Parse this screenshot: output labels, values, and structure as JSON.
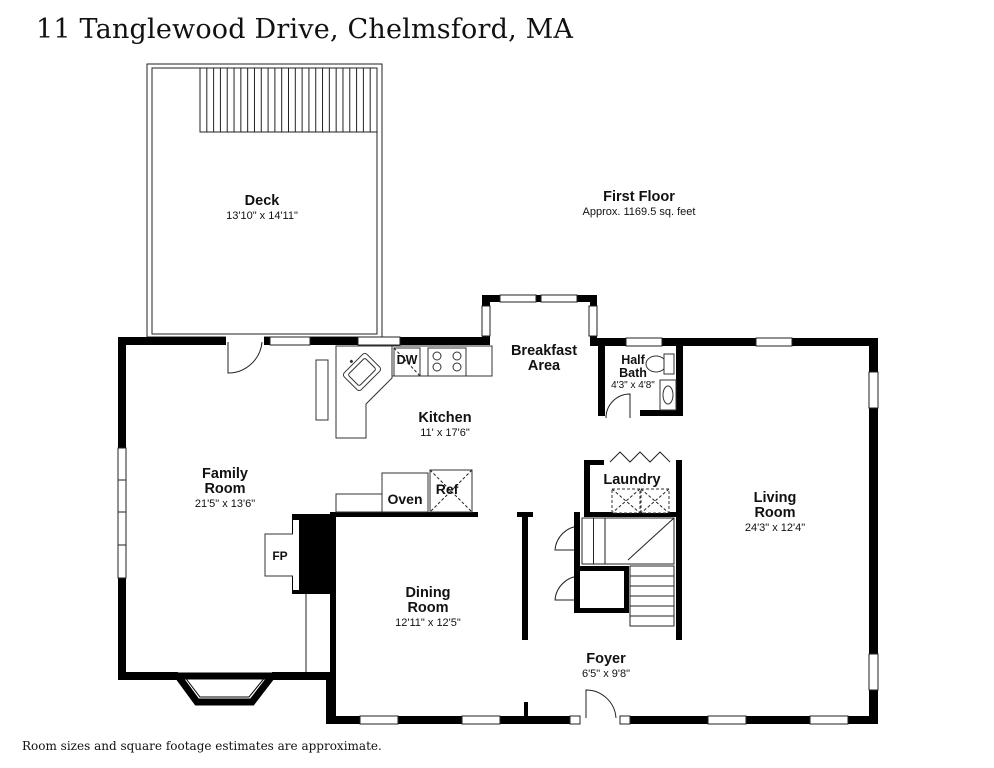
{
  "title": "11 Tanglewood Drive, Chelmsford, MA",
  "floor": {
    "name": "First Floor",
    "area": "Approx. 1169.5 sq. feet"
  },
  "rooms": {
    "deck": {
      "name": "Deck",
      "dims": "13'10\" x 14'11\""
    },
    "breakfast": {
      "line1": "Breakfast",
      "line2": "Area"
    },
    "half_bath": {
      "line1": "Half",
      "line2": "Bath",
      "dims": "4'3\" x 4'8\""
    },
    "kitchen": {
      "name": "Kitchen",
      "dims": "11' x 17'6\""
    },
    "family": {
      "line1": "Family",
      "line2": "Room",
      "dims": "21'5\" x 13'6\""
    },
    "laundry": {
      "name": "Laundry"
    },
    "living": {
      "line1": "Living",
      "line2": "Room",
      "dims": "24'3\" x 12'4\""
    },
    "dining": {
      "line1": "Dining",
      "line2": "Room",
      "dims": "12'11\" x 12'5\""
    },
    "foyer": {
      "name": "Foyer",
      "dims": "6'5\" x 9'8\""
    }
  },
  "fixtures": {
    "dw": "DW",
    "oven": "Oven",
    "ref": "Ref",
    "fp": "FP"
  },
  "disclaimer": "Room sizes and square footage estimates are approximate."
}
